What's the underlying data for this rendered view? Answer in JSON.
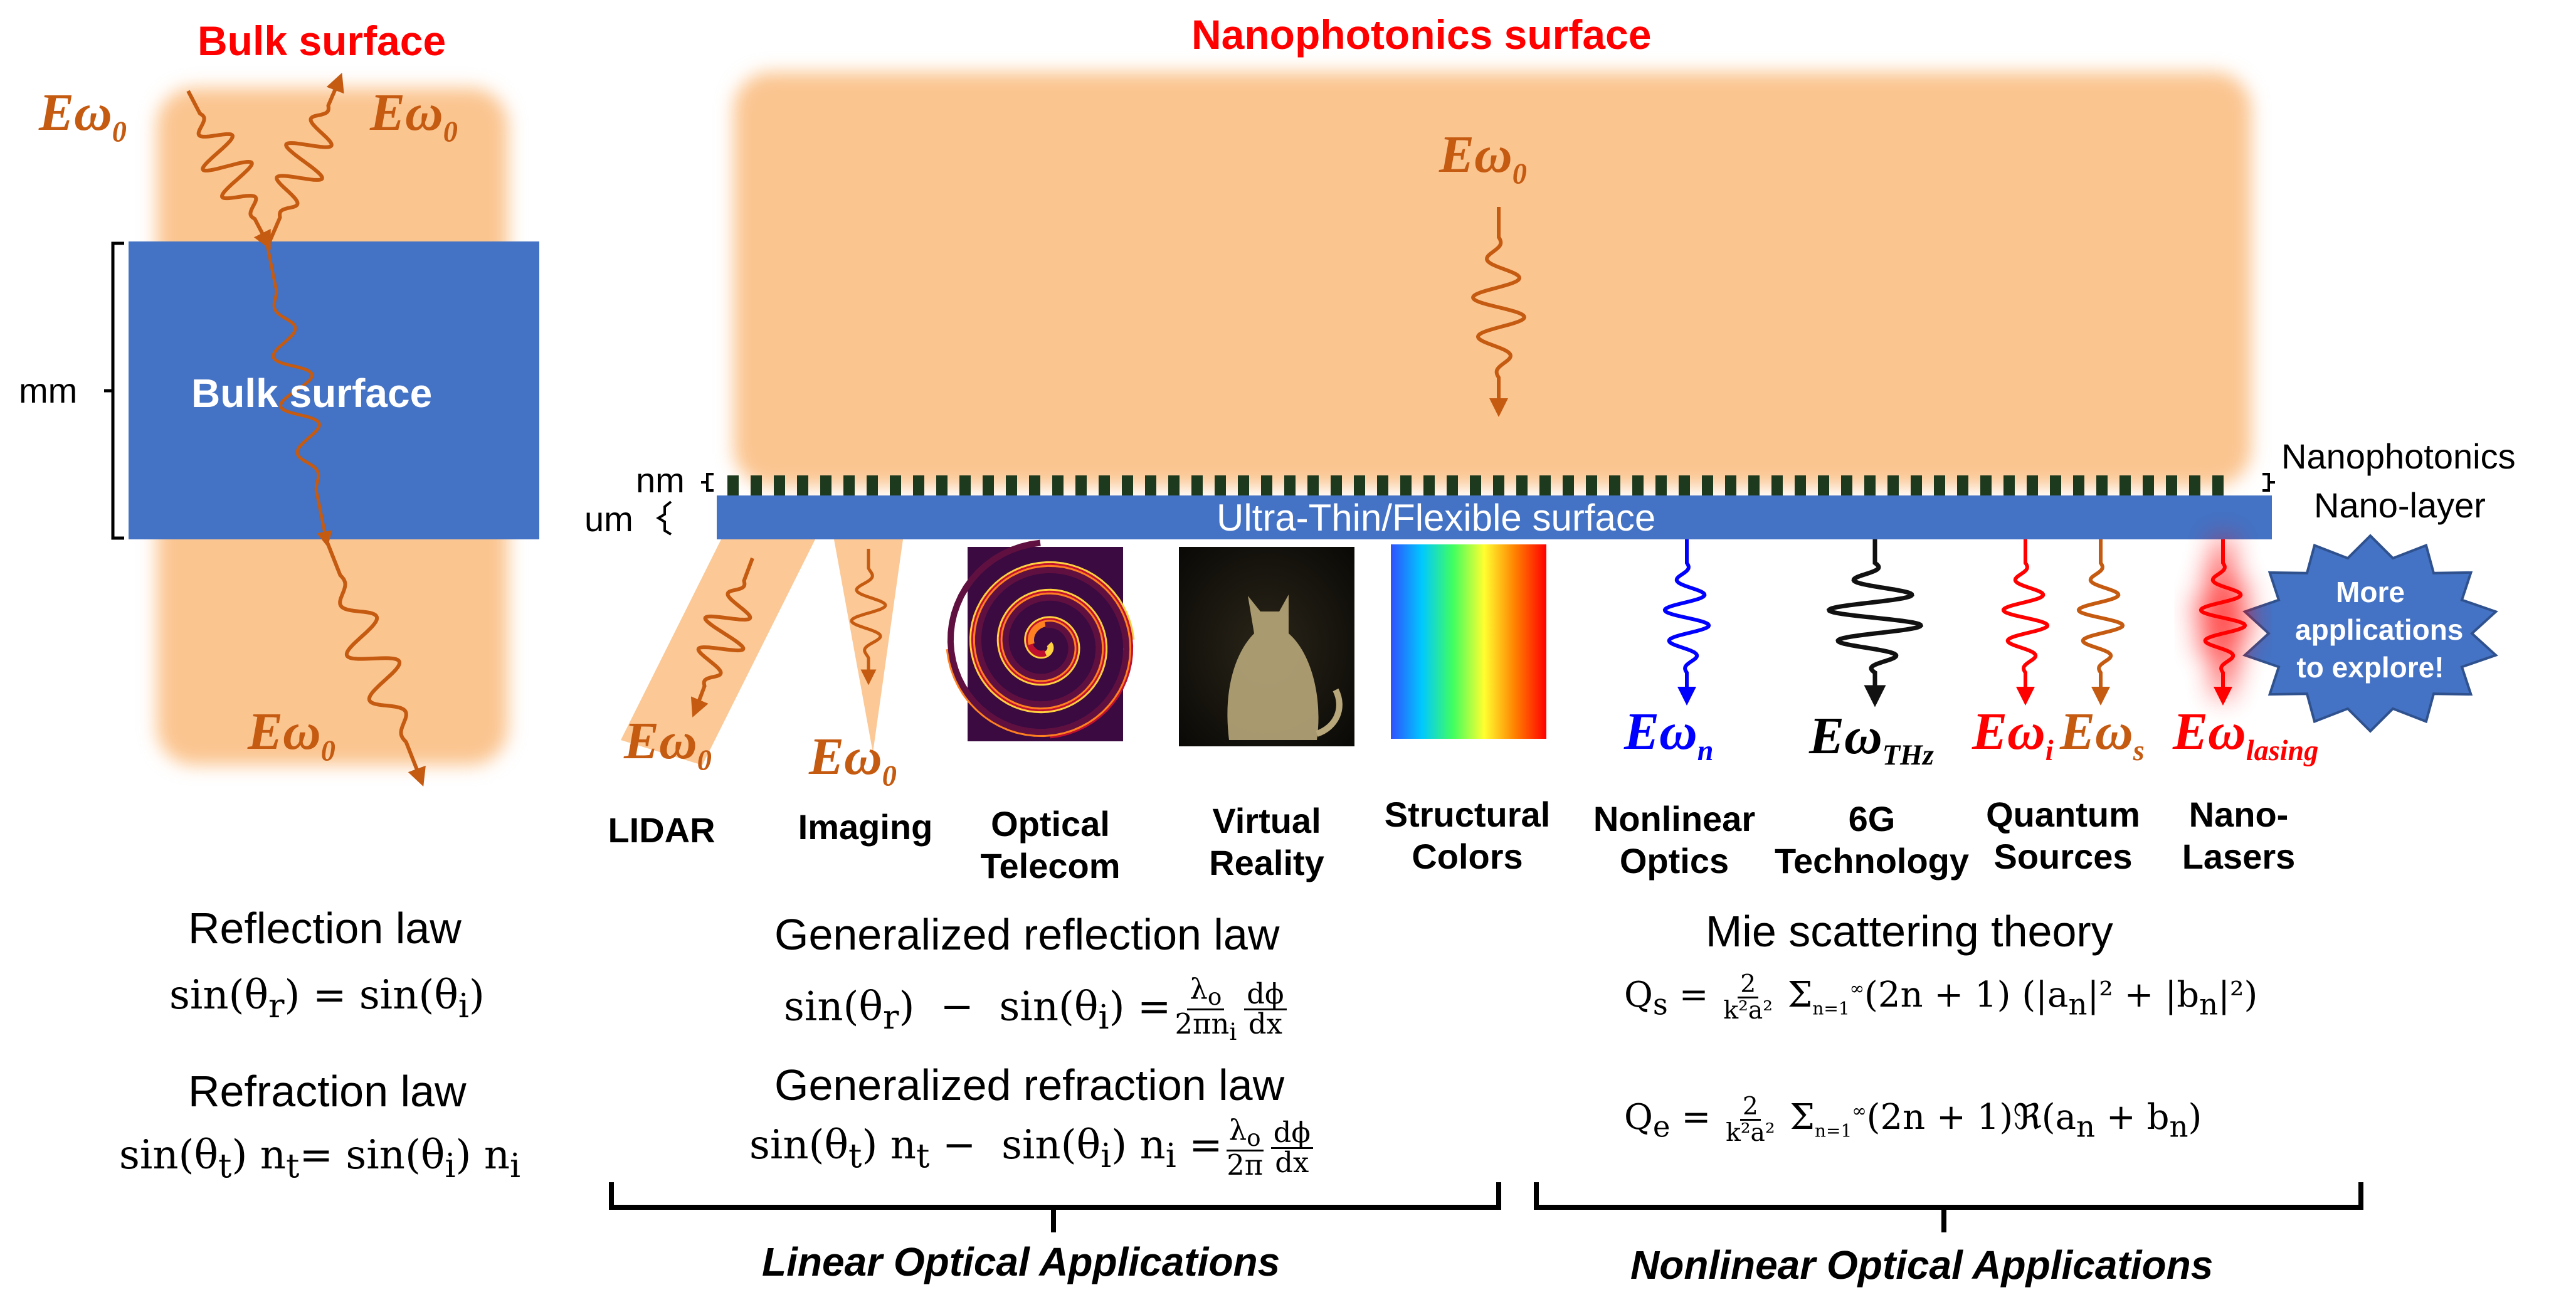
{
  "headers": {
    "bulk": "Bulk surface",
    "nano": "Nanophotonics surface"
  },
  "bulk_box_label": "Bulk surface",
  "scale_labels": {
    "mm": "mm",
    "nm": "nm",
    "um": "um"
  },
  "layer_label": "Ultra-Thin/Flexible surface",
  "nano_layer_label": {
    "line1": "Nanophotonics",
    "line2": "Nano-layer"
  },
  "field_symbol": "E",
  "omega": "ω",
  "subscripts": {
    "zero": "0",
    "n": "n",
    "thz": "THz",
    "i": "i",
    "s": "s",
    "lasing": "lasing"
  },
  "applications": {
    "lidar": "LIDAR",
    "imaging": "Imaging",
    "telecom": "Optical Telecom",
    "vr": "Virtual Reality",
    "colors": "Structural Colors",
    "nonlinear": "Nonlinear Optics",
    "sixg": "6G Technology",
    "quantum": "Quantum Sources",
    "lasers": "Nano-Lasers"
  },
  "more_badge": "More applications to explore!",
  "laws": {
    "reflection_title": "Reflection law",
    "reflection_eq": "sin(θr) = sin(θi)",
    "refraction_title": "Refraction law",
    "refraction_eq": "sin(θt) nt= sin(θi) ni",
    "gen_reflection_title": "Generalized reflection law",
    "gen_reflection_lhs": "sin(θr)  −  sin(θi) =",
    "gen_reflection_num": "λo",
    "gen_reflection_den": "2πni",
    "gen_refraction_title": "Generalized refraction law",
    "gen_refraction_lhs": "sin(θt) nt −  sin(θi) ni =",
    "gen_refraction_num": "λo",
    "gen_refraction_den": "2π",
    "dphi_num": "dϕ",
    "dphi_den": "dx",
    "mie_title": "Mie scattering theory",
    "mie_qs": "Qs = 2/(k²a²) Σ(n=1→∞) (2n + 1) (|an|² + |bn|²)",
    "mie_qe": "Qe = 2/(k²a²) Σ(n=1→∞) (2n + 1)ℜ(an + bn)"
  },
  "categories": {
    "linear": "Linear Optical Applications",
    "nonlinear": "Nonlinear Optical Applications"
  },
  "colors": {
    "glow": "#fbc590",
    "bulk_blue": "#4472c4",
    "wave_orange": "#c55a11",
    "red": "#ff0000",
    "blue": "#0000ff",
    "pillar": "#1e3a1e"
  }
}
